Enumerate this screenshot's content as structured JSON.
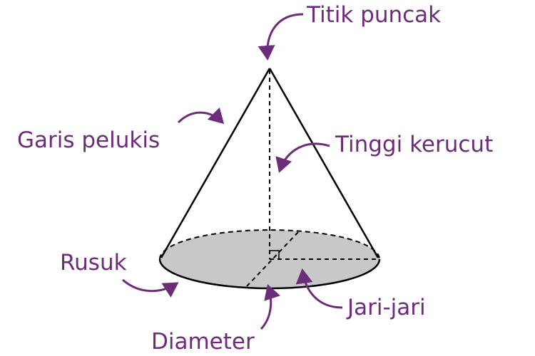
{
  "colors": {
    "label": "#6b2d78",
    "line": "#000000",
    "base_fill": "#c8c8c8"
  },
  "labels": {
    "apex": "Titik puncak",
    "slant": "Garis pelukis",
    "height": "Tinggi kerucut",
    "edge": "Rusuk",
    "radius": "Jari-jari",
    "diameter": "Diameter"
  }
}
